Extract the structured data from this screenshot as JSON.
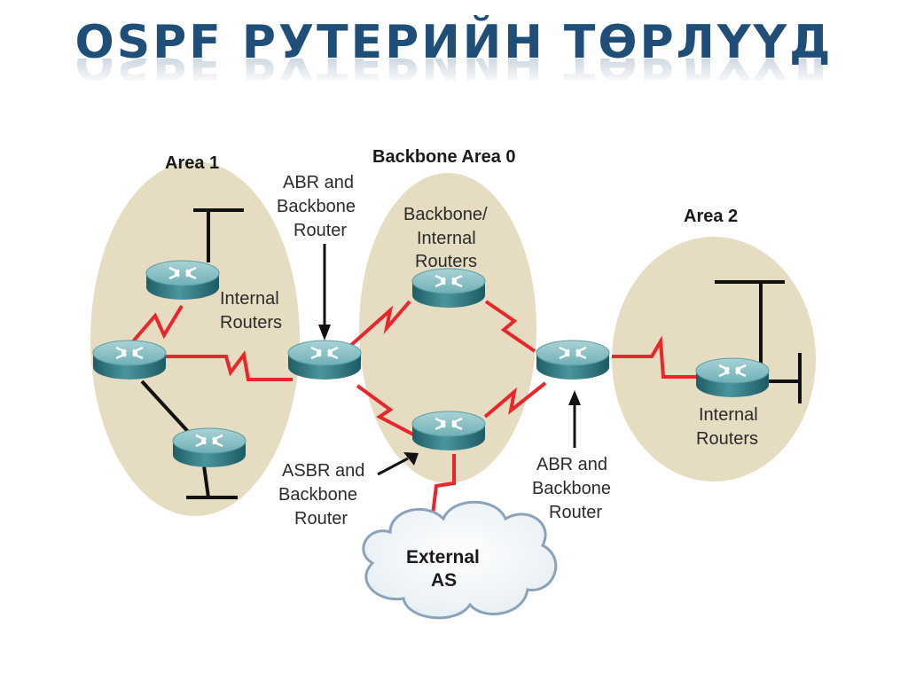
{
  "title": "OSPF РУТЕРИЙН ТӨРЛҮҮД",
  "areas": {
    "area1": "Area 1",
    "area0": "Backbone Area 0",
    "area2": "Area 2"
  },
  "labels": {
    "area1_internal": [
      "Internal",
      "Routers"
    ],
    "abr_left": [
      "ABR and",
      "Backbone",
      "Router"
    ],
    "backbone_internal": [
      "Backbone/",
      "Internal",
      "Routers"
    ],
    "asbr": [
      "ASBR and",
      "Backbone",
      "Router"
    ],
    "abr_right": [
      "ABR and",
      "Backbone",
      "Router"
    ],
    "area2_internal": [
      "Internal",
      "Routers"
    ],
    "external_as": [
      "External",
      "AS"
    ]
  },
  "colors": {
    "title": "#1f4e79",
    "area_fill": "#e6dcc1",
    "serial_link": "#e8262b",
    "ethernet_link": "#111111",
    "router": "#3d8a92"
  }
}
